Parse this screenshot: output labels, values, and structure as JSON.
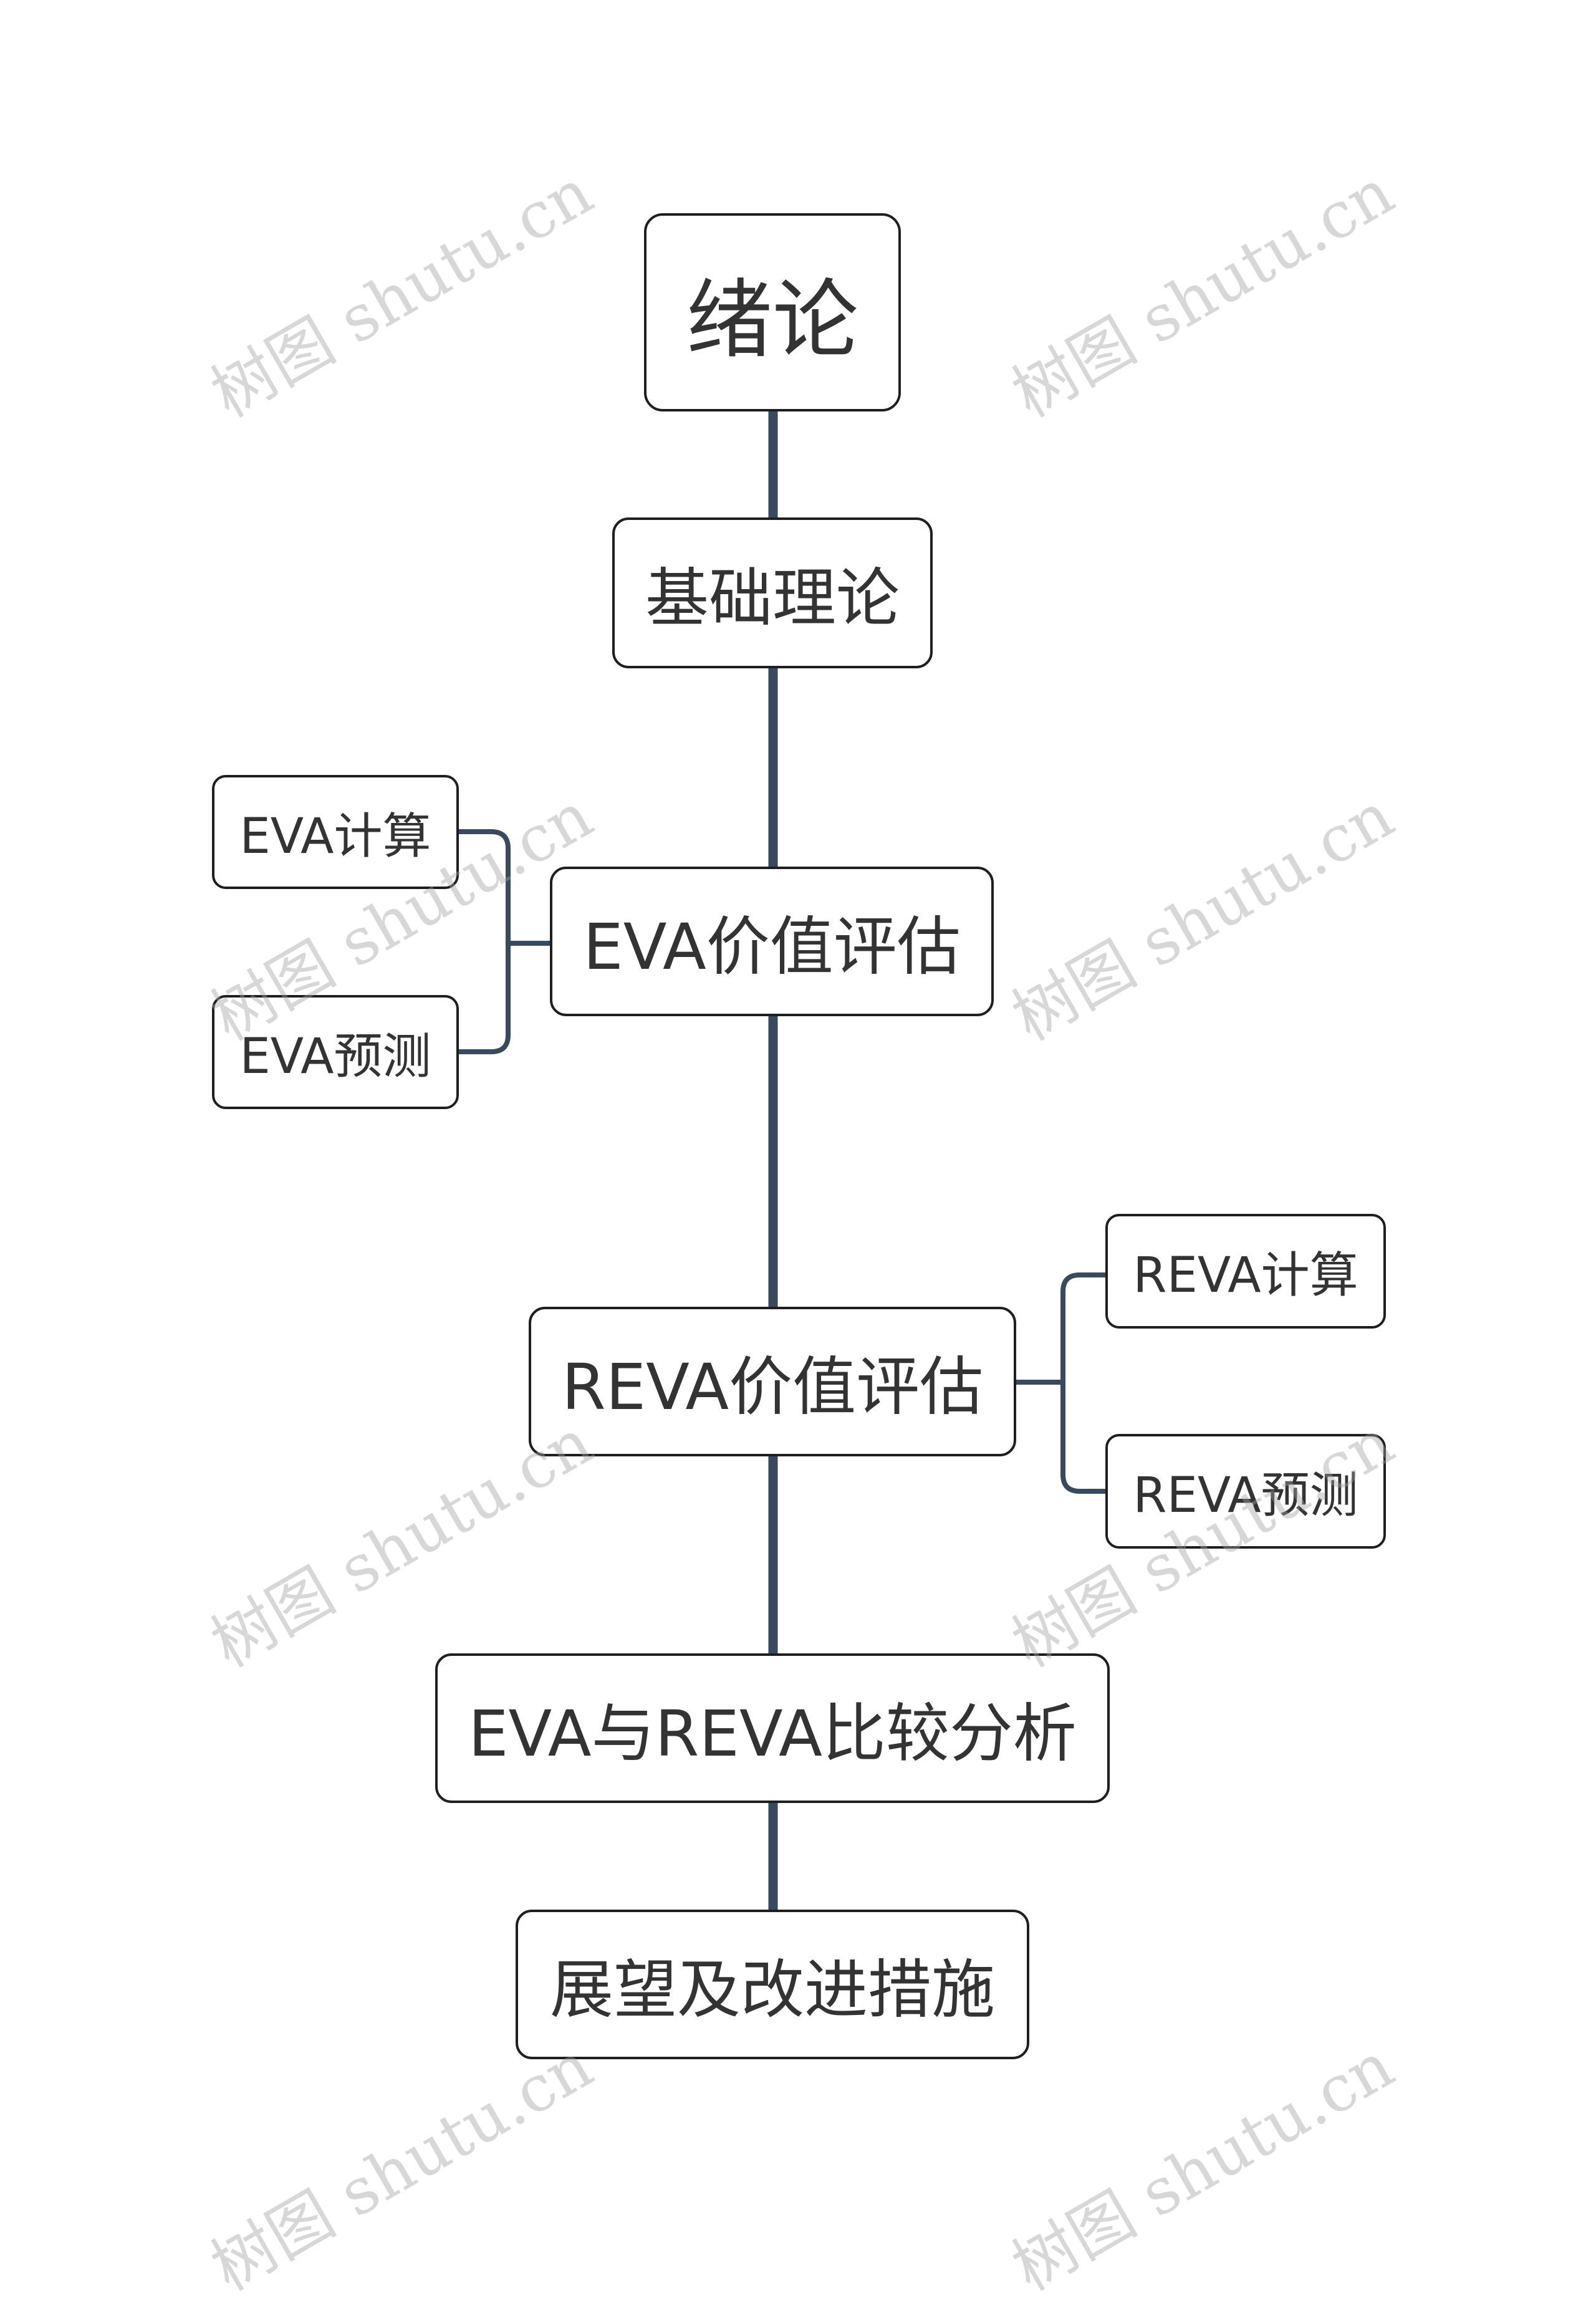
{
  "root": {
    "label": "绪论"
  },
  "topics": [
    {
      "label": "基础理论"
    },
    {
      "label": "EVA价值评估",
      "children": [
        {
          "label": "EVA计算"
        },
        {
          "label": "EVA预测"
        }
      ]
    },
    {
      "label": "REVA价值评估",
      "children": [
        {
          "label": "REVA计算"
        },
        {
          "label": "REVA预测"
        }
      ]
    },
    {
      "label": "EVA与REVA比较分析"
    },
    {
      "label": "展望及改进措施"
    }
  ],
  "watermark": "树图 shutu.cn",
  "colors": {
    "connector": "#3a4a5e",
    "border": "#1f1f1f",
    "text": "#333333"
  }
}
